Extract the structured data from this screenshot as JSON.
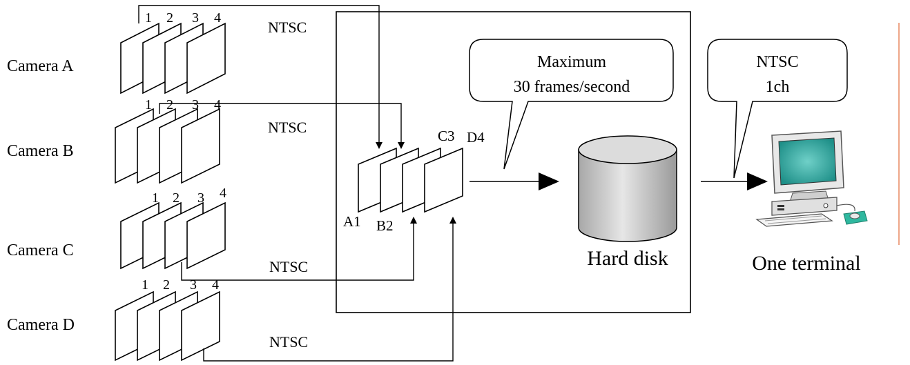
{
  "cameras": [
    {
      "label": "Camera A",
      "frame_numbers": [
        "1",
        "2",
        "3",
        "4"
      ],
      "signal": "NTSC"
    },
    {
      "label": "Camera B",
      "frame_numbers": [
        "1",
        "2",
        "3",
        "4"
      ],
      "signal": "NTSC"
    },
    {
      "label": "Camera C",
      "frame_numbers": [
        "1",
        "2",
        "3",
        "4"
      ],
      "signal": "NTSC"
    },
    {
      "label": "Camera D",
      "frame_numbers": [
        "1",
        "2",
        "3",
        "4"
      ],
      "signal": "NTSC"
    }
  ],
  "multiplexed_frames": [
    "A1",
    "B2",
    "C3",
    "D4"
  ],
  "callouts": {
    "frame_rate": {
      "line1": "Maximum",
      "line2": "30 frames/second"
    },
    "output": {
      "line1": "NTSC",
      "line2": "1ch"
    }
  },
  "storage": {
    "label": "Hard disk"
  },
  "terminal": {
    "label": "One terminal"
  },
  "colors": {
    "line": "#000000",
    "monitor_screen": "#1e8f88",
    "mouse": "#2fb89f",
    "cylinder_fill": "#d0d0d0",
    "accent_border": "#e88860"
  }
}
